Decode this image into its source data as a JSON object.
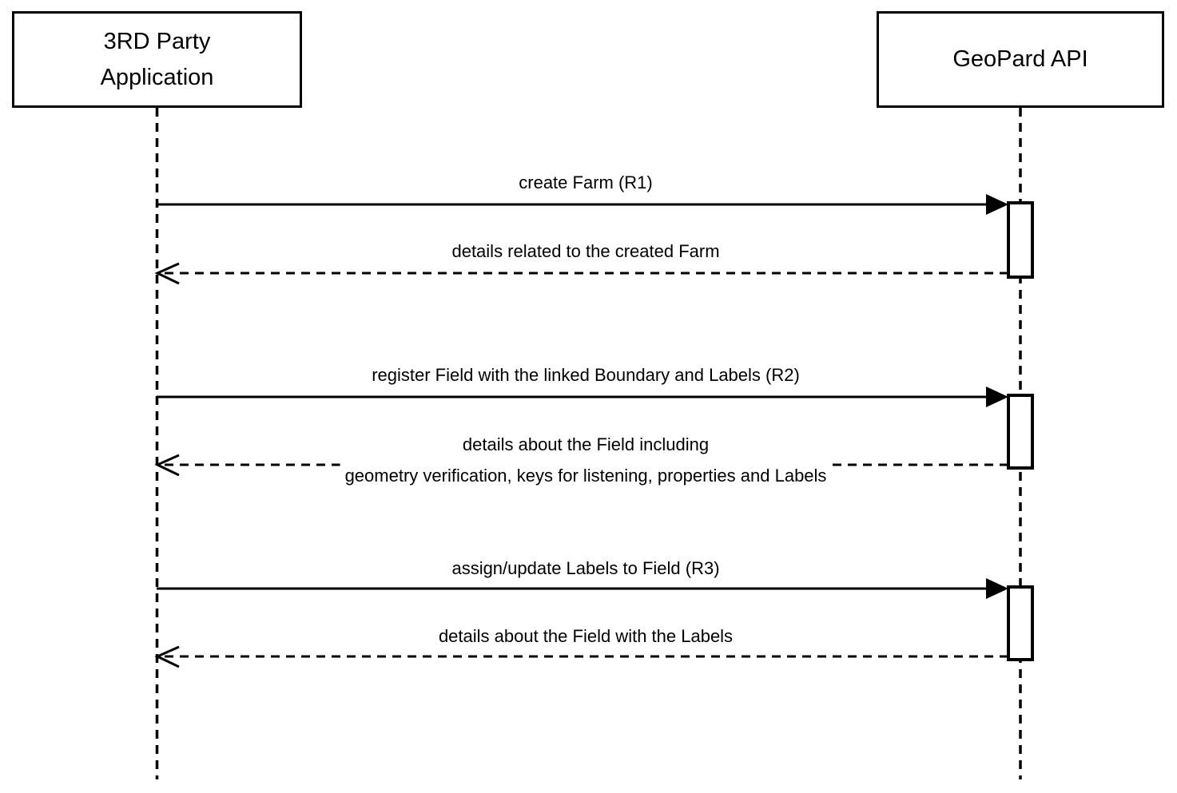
{
  "colors": {
    "foreground": "#000000",
    "background": "#ffffff"
  },
  "actors": [
    {
      "id": "third-party-application",
      "label": "3RD Party\nApplication"
    },
    {
      "id": "geopard-api",
      "label": "GeoPard API"
    }
  ],
  "messages": [
    {
      "kind": "request",
      "from": "third-party-application",
      "to": "geopard-api",
      "label": "create Farm (R1)"
    },
    {
      "kind": "response",
      "from": "geopard-api",
      "to": "third-party-application",
      "label": "details related to the created Farm"
    },
    {
      "kind": "request",
      "from": "third-party-application",
      "to": "geopard-api",
      "label": "register Field with the linked Boundary and Labels (R2)"
    },
    {
      "kind": "response",
      "from": "geopard-api",
      "to": "third-party-application",
      "label": "details about the Field including",
      "label_line2": "geometry verification, keys for listening, properties and Labels"
    },
    {
      "kind": "request",
      "from": "third-party-application",
      "to": "geopard-api",
      "label": "assign/update Labels to Field (R3)"
    },
    {
      "kind": "response",
      "from": "geopard-api",
      "to": "third-party-application",
      "label": "details about the Field with the Labels"
    }
  ]
}
